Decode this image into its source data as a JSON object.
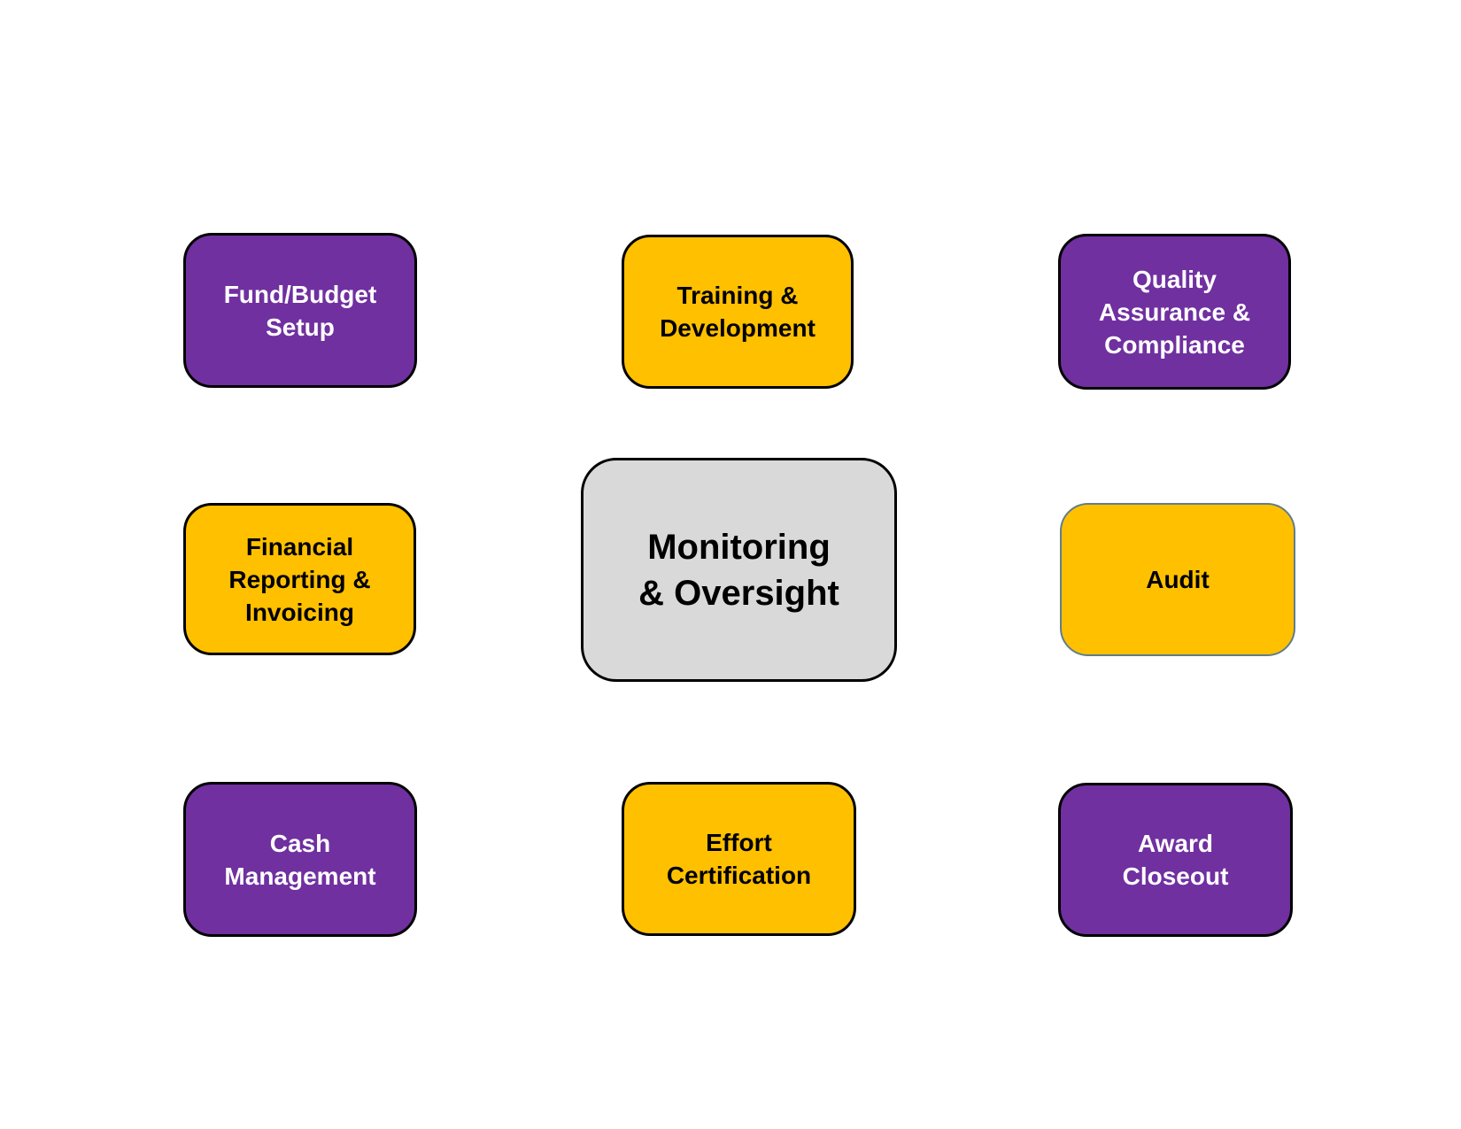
{
  "colors": {
    "purple": "#7030A0",
    "gold": "#FFC000",
    "gray": "#D9D9D9",
    "black": "#000000",
    "slate": "#5F7D8C",
    "white": "#FFFFFF"
  },
  "diagram": {
    "center_label": "Monitoring\n& Oversight",
    "boxes": [
      {
        "id": "fund-budget-setup",
        "label": "Fund/Budget\nSetup",
        "fill": "purple",
        "border": "black",
        "text": "white"
      },
      {
        "id": "training-development",
        "label": "Training &\nDevelopment",
        "fill": "gold",
        "border": "black",
        "text": "black"
      },
      {
        "id": "quality-assurance-compliance",
        "label": "Quality\nAssurance &\nCompliance",
        "fill": "purple",
        "border": "black",
        "text": "white"
      },
      {
        "id": "financial-reporting-invoicing",
        "label": "Financial\nReporting &\nInvoicing",
        "fill": "gold",
        "border": "black",
        "text": "black"
      },
      {
        "id": "monitoring-oversight",
        "label": "Monitoring\n& Oversight",
        "fill": "gray",
        "border": "black",
        "text": "black"
      },
      {
        "id": "audit",
        "label": "Audit",
        "fill": "gold",
        "border": "slate",
        "text": "black"
      },
      {
        "id": "cash-management",
        "label": "Cash\nManagement",
        "fill": "purple",
        "border": "black",
        "text": "white"
      },
      {
        "id": "effort-certification",
        "label": "Effort\nCertification",
        "fill": "gold",
        "border": "black",
        "text": "black"
      },
      {
        "id": "award-closeout",
        "label": "Award\nCloseout",
        "fill": "purple",
        "border": "black",
        "text": "white"
      }
    ]
  }
}
